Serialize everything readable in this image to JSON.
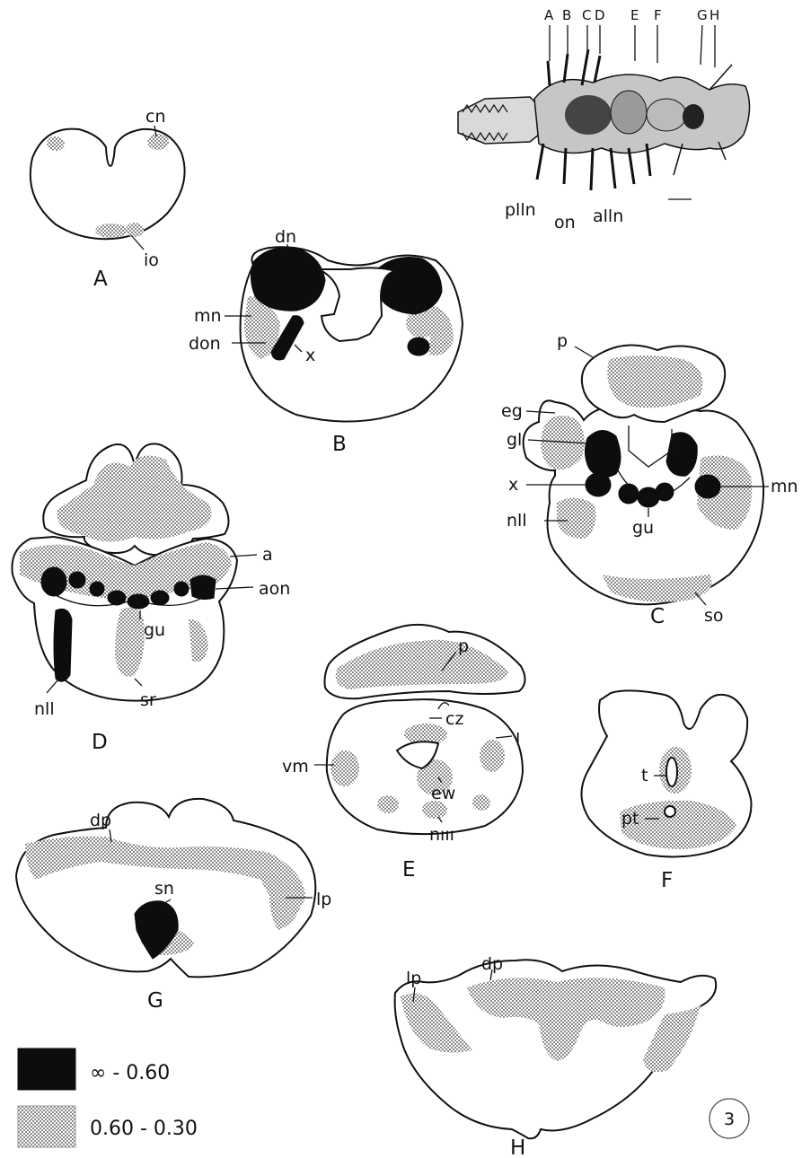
{
  "figure_number": "3",
  "panels": {
    "A": {
      "caption": "A",
      "labels": {
        "cn": "cn",
        "io": "io"
      }
    },
    "B": {
      "caption": "B",
      "labels": {
        "dn": "dn",
        "mn": "mn",
        "don": "don",
        "x": "x"
      }
    },
    "C": {
      "caption": "C",
      "labels": {
        "p": "p",
        "eg": "eg",
        "gl": "gl",
        "x": "x",
        "mn": "mn",
        "nll": "nll",
        "gu": "gu",
        "so": "so"
      }
    },
    "D": {
      "caption": "D",
      "labels": {
        "a": "a",
        "aon": "aon",
        "gu": "gu",
        "nll": "nll",
        "sr": "sr"
      }
    },
    "E": {
      "caption": "E",
      "labels": {
        "p": "p",
        "cz": "cz",
        "l": "l",
        "vm": "vm",
        "ew": "ew",
        "nIII": "nııı"
      }
    },
    "F": {
      "caption": "F",
      "labels": {
        "t": "t",
        "pt": "pt"
      }
    },
    "G": {
      "caption": "G",
      "labels": {
        "dp": "dp",
        "lp": "lp",
        "sn": "sn"
      }
    },
    "H": {
      "caption": "H",
      "labels": {
        "lp": "lp",
        "dp": "dp"
      }
    }
  },
  "brain_overview": {
    "section_letters": [
      "A",
      "B",
      "C",
      "D",
      "E",
      "F",
      "G",
      "H"
    ],
    "labels": {
      "plln": "plln",
      "on": "on",
      "alln": "alln"
    }
  },
  "legend": [
    {
      "swatch": "solid",
      "label": "∞ - 0.60",
      "color": "#0d0d0d"
    },
    {
      "swatch": "stipple",
      "label": "0.60 - 0.30",
      "color": "#c8c8c8"
    }
  ]
}
